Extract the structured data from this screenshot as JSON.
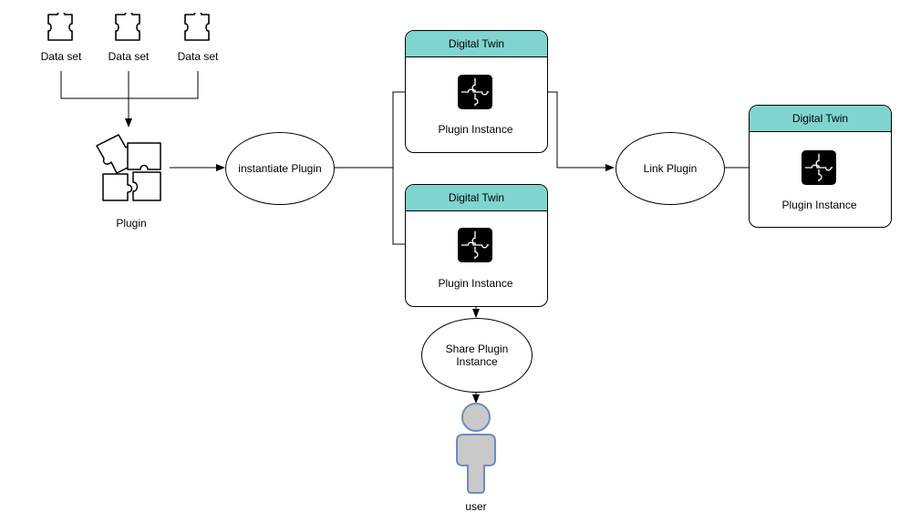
{
  "datasets": [
    {
      "label": "Data set",
      "icon": "puzzle-piece-icon"
    },
    {
      "label": "Data set",
      "icon": "puzzle-piece-icon"
    },
    {
      "label": "Data set",
      "icon": "puzzle-piece-icon"
    }
  ],
  "plugin": {
    "label": "Plugin",
    "icon": "puzzle-pieces-icon"
  },
  "processes": {
    "instantiate": "instantiate Plugin",
    "link": "Link Plugin",
    "share": "Share Plugin Instance"
  },
  "twins": [
    {
      "title": "Digital Twin",
      "instance": "Plugin Instance"
    },
    {
      "title": "Digital Twin",
      "instance": "Plugin Instance"
    },
    {
      "title": "Digital Twin",
      "instance": "Plugin Instance"
    }
  ],
  "user": {
    "label": "user",
    "icon": "user-icon"
  },
  "colors": {
    "twin_header": "#80d4d0",
    "user_fill": "#c9c9c9",
    "user_stroke": "#6c8ebf",
    "plugin_tile": "#000000"
  }
}
